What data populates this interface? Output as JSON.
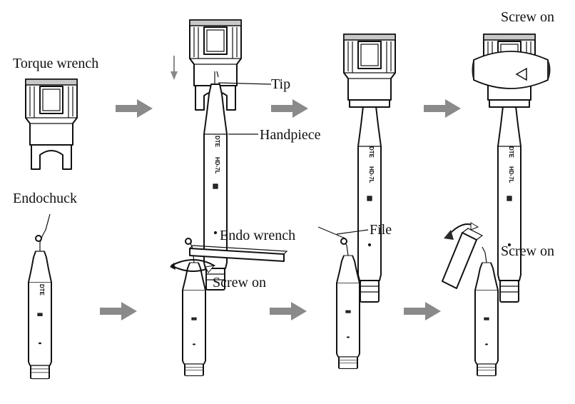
{
  "labels": {
    "torque_wrench": "Torque wrench",
    "tip": "Tip",
    "handpiece": "Handpiece",
    "screw_on_top": "Screw on",
    "endochuck": "Endochuck",
    "endo_wrench": "Endo wrench",
    "file": "File",
    "screw_on_mid": "Screw on",
    "screw_on_right": "Screw on"
  },
  "handpiece_marks": {
    "brand": "DTE",
    "model": "HD-7L"
  },
  "colors": {
    "arrow": "#8a8a8a",
    "ink": "#111111",
    "shade": "#c8c8c8"
  }
}
